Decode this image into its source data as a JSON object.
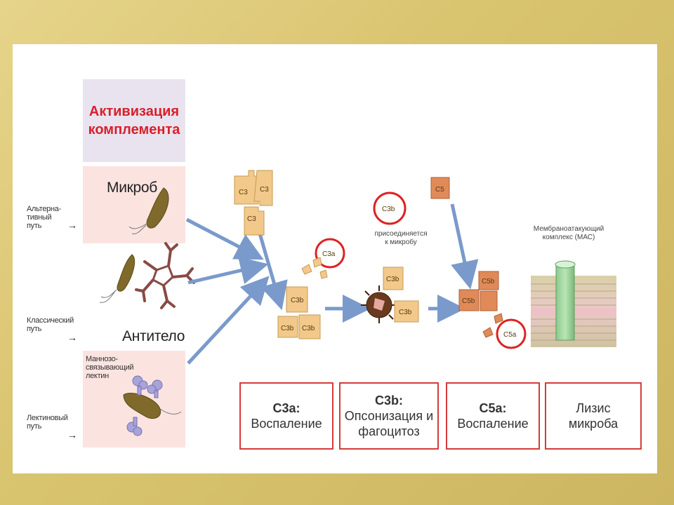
{
  "title": {
    "line1": "Активизация",
    "line2": "комплемента"
  },
  "pathways": {
    "alternative": {
      "line1": "Альтерна-",
      "line2": "тивный",
      "line3": "путь"
    },
    "classical": {
      "line1": "Классический",
      "line2": "путь"
    },
    "lectin": {
      "line1": "Лектиновый",
      "line2": "путь"
    }
  },
  "labels": {
    "microbe": "Микроб",
    "antibody": "Антитело",
    "lectin": {
      "line1": "Маннозо-",
      "line2": "связывающий",
      "line3": "лектин"
    },
    "c3b_attach": {
      "line1": "присоединяется",
      "line2": "к микробу"
    },
    "mac": {
      "line1": "Мембраноатакующий",
      "line2": "комплекс (МАС)"
    }
  },
  "components": {
    "c3": "C3",
    "c3a": "C3a",
    "c3b": "C3b",
    "c5": "C5",
    "c5a": "C5a",
    "c5b": "C5b"
  },
  "results": [
    {
      "title": "C3a:",
      "line1": "Воспаление",
      "line2": ""
    },
    {
      "title": "C3b:",
      "line1": "Опсонизация и",
      "line2": "фагоцитоз"
    },
    {
      "title": "C5a:",
      "line1": "Воспаление",
      "line2": ""
    },
    {
      "title": "",
      "line1": "Лизис",
      "line2": "микроба"
    }
  ],
  "colors": {
    "frame": "#d9c470",
    "title_text": "#d8202a",
    "panel_pink": "#fbe3e0",
    "c3_fill": "#f2c98a",
    "c5_fill": "#e08a5a",
    "arrow": "#7a9acb",
    "result_border": "#d63a3a"
  }
}
